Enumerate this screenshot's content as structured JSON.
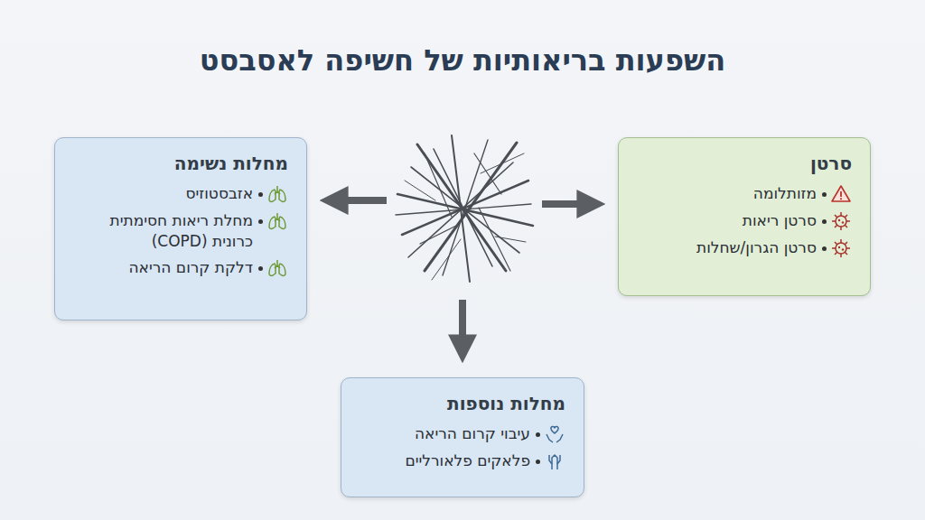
{
  "diagram": {
    "title": "השפעות בריאותיות של חשיפה לאסבסט",
    "nodes": [
      {
        "text": [
          "סרטן",
          "מזותלומה",
          "סרטן ריאות",
          "סרטן הגרון/שחלות"
        ]
      },
      {
        "text": [
          "מחלות נשימה",
          "אזבסטוזיס",
          "מחלת ריאות חסימתית כרונית (COPD)",
          "דלקת קרום הריאה"
        ]
      },
      {
        "text": [
          "מחלות נוספות",
          "עיבוי קרום הריאה",
          "פלאקים פלאורליים"
        ]
      }
    ]
  }
}
